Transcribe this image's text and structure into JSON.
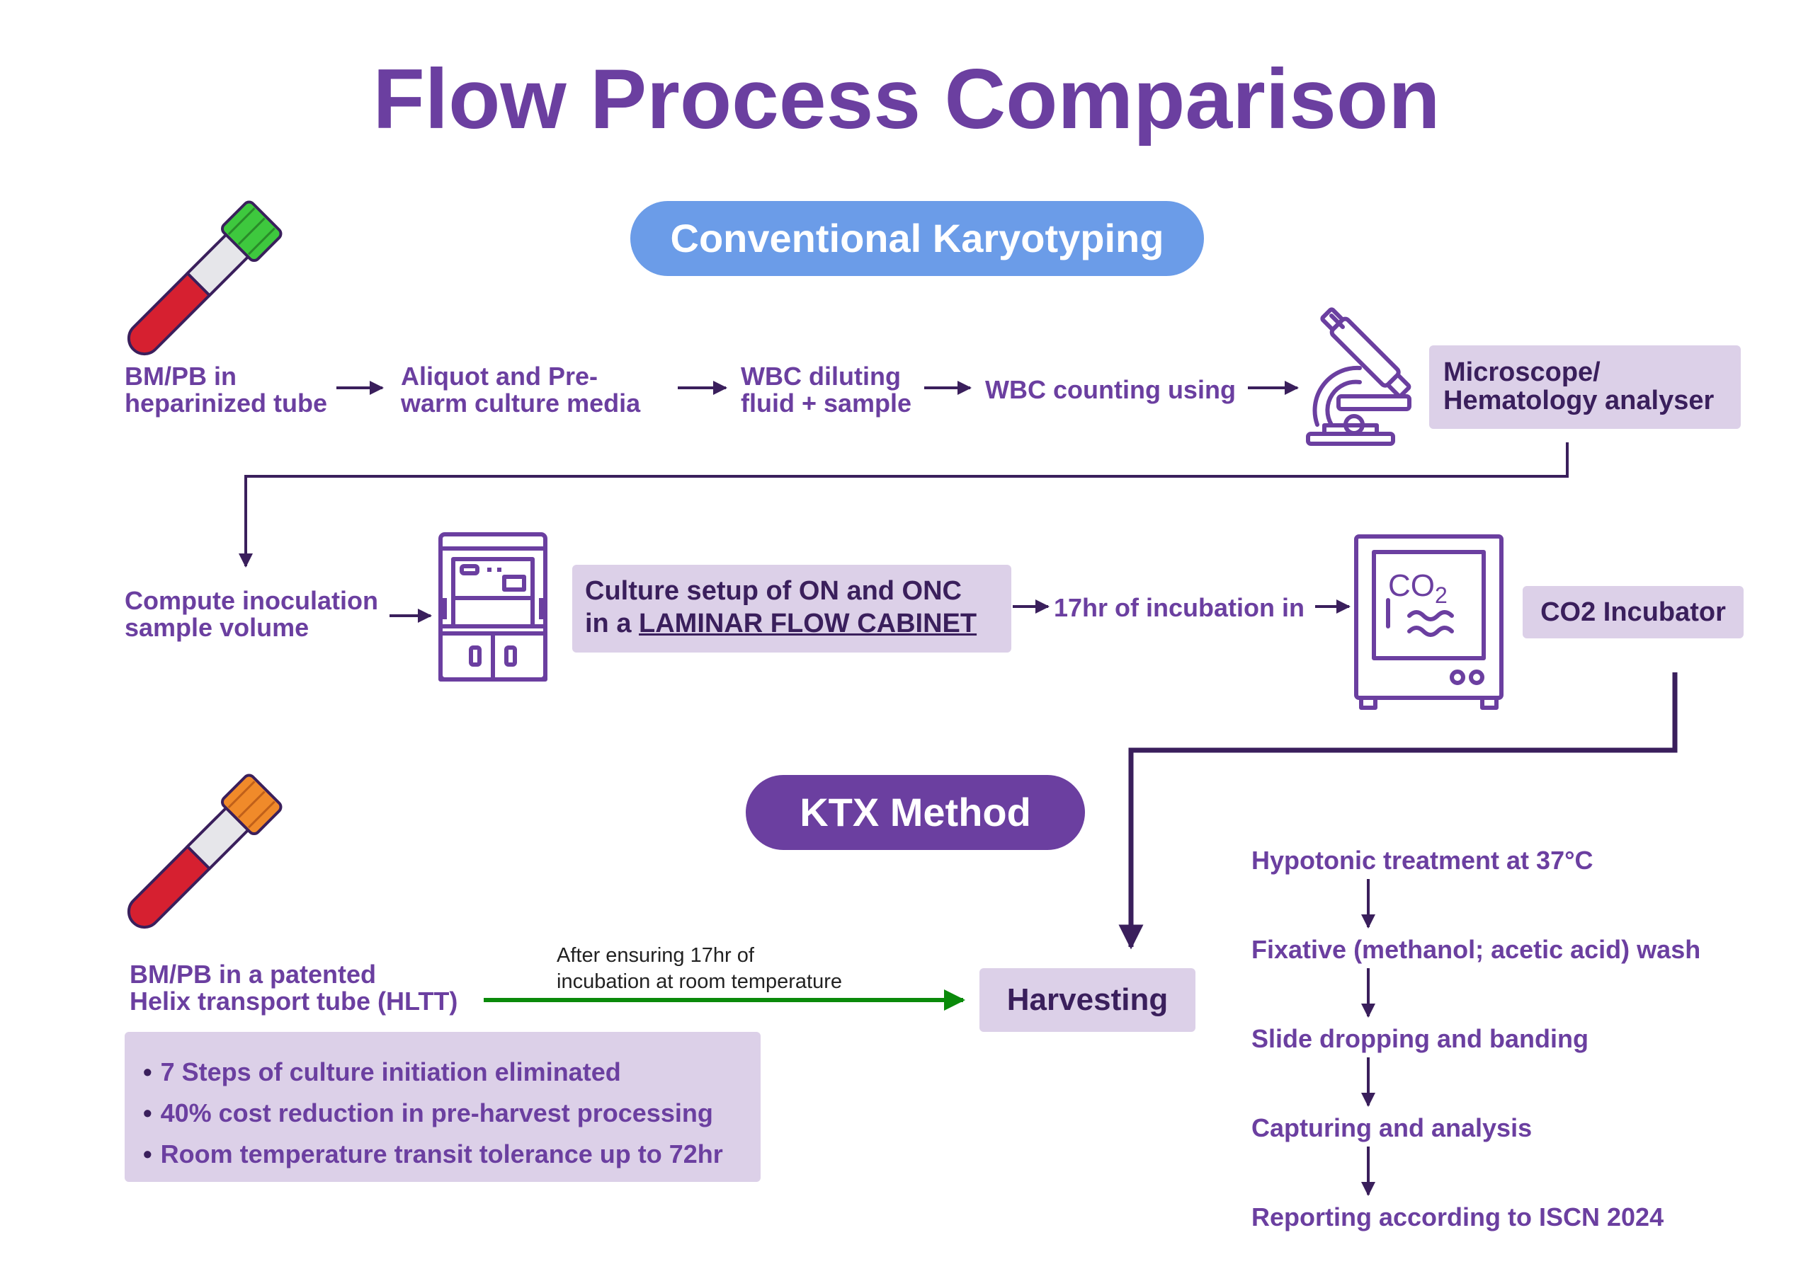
{
  "title": "Flow Process Comparison",
  "conventional": {
    "label": "Conventional Karyotyping",
    "steps": [
      "BM/PB in\nheparinized tube",
      "Aliquot and Pre-\nwarm culture media",
      "WBC diluting\nfluid + sample",
      "WBC counting using"
    ],
    "microscope_box": "Microscope/\nHematology analyser",
    "compute_step": "Compute inoculation\nsample volume",
    "culture_box_line1": "Culture setup of ON and ONC",
    "culture_box_prefix": "in a ",
    "culture_box_emphasis": "LAMINAR FLOW CABINET",
    "incubation_step": "17hr of incubation in",
    "incubator_box": "CO2 Incubator",
    "incubator_icon_text": "CO",
    "incubator_icon_sub": "2"
  },
  "ktx": {
    "label": "KTX Method",
    "sample": "BM/PB in a patented\nHelix transport tube (HLTT)",
    "arrow_note": "After ensuring 17hr of\nincubation at room temperature",
    "benefits": [
      "7 Steps of culture initiation eliminated",
      "40% cost reduction in pre-harvest processing",
      "Room temperature transit tolerance up to 72hr"
    ]
  },
  "harvesting": "Harvesting",
  "post_steps": [
    "Hypotonic treatment at 37°C",
    "Fixative (methanol; acetic acid) wash",
    "Slide dropping and banding",
    "Capturing and analysis",
    "Reporting according to ISCN 2024"
  ],
  "colors": {
    "title": "#6b3fa0",
    "conventional_pill": "#6b9ce8",
    "ktx_pill": "#6b3fa0",
    "box_bg": "#dcd0e8",
    "dark_purple": "#3a1f5c",
    "ktx_arrow": "#0a8a0a",
    "tube_red": "#d62030",
    "tube_cap_conventional": "#3ec83e",
    "tube_cap_ktx": "#f08a2a"
  }
}
